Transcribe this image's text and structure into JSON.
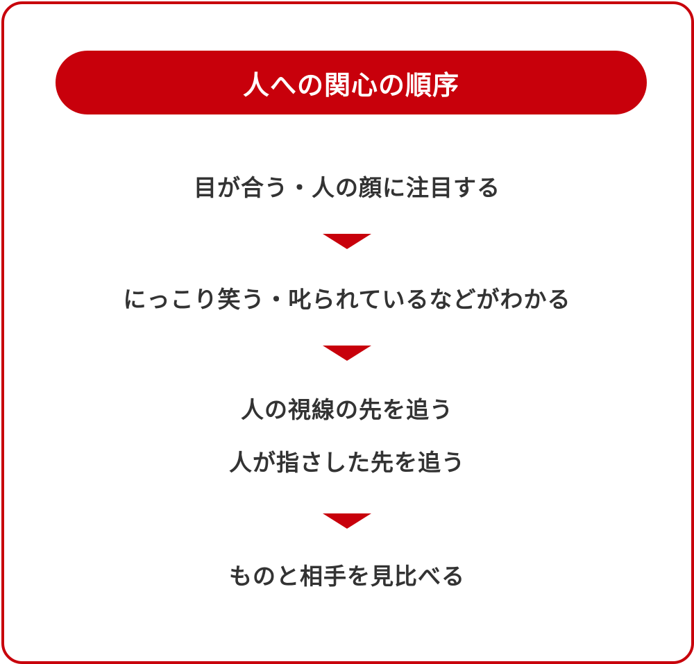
{
  "title": "人への関心の順序",
  "steps": [
    {
      "lines": [
        "目が合う・人の顔に注目する"
      ]
    },
    {
      "lines": [
        "にっこり笑う・叱られているなどがわかる"
      ]
    },
    {
      "lines": [
        "人の視線の先を追う",
        "人が指さした先を追う"
      ]
    },
    {
      "lines": [
        "ものと相手を見比べる"
      ]
    }
  ],
  "colors": {
    "accent": "#c8000b",
    "text": "#333333",
    "background": "#ffffff"
  },
  "icons": {
    "arrow": "down-triangle-icon"
  }
}
